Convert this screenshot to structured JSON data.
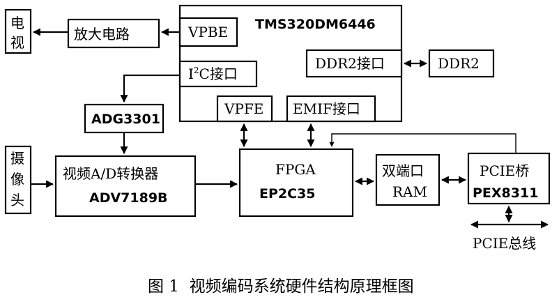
{
  "diagram": {
    "tv": "电视",
    "amp": "放大电路",
    "dsp": "TMS320DM6446",
    "vpbe": "VPBE",
    "i2c_prefix": "I",
    "i2c_sup": "2",
    "i2c_suffix": "C接口",
    "ddr2_if": "DDR2接口",
    "ddr2": "DDR2",
    "vpfe": "VPFE",
    "emif": "EMIF接口",
    "adg": "ADG3301",
    "camera": "摄像头",
    "adc_line1": "视频A/D转换器",
    "adc_line2": "ADV7189B",
    "fpga_line1": "FPGA",
    "fpga_line2": "EP2C35",
    "ram_line1": "双端口",
    "ram_line2": "RAM",
    "pcie_line1": "PCIE桥",
    "pcie_line2": "PEX8311",
    "pcie_bus": "PCIE总线"
  },
  "caption": "图 1  视频编码系统硬件结构原理框图"
}
